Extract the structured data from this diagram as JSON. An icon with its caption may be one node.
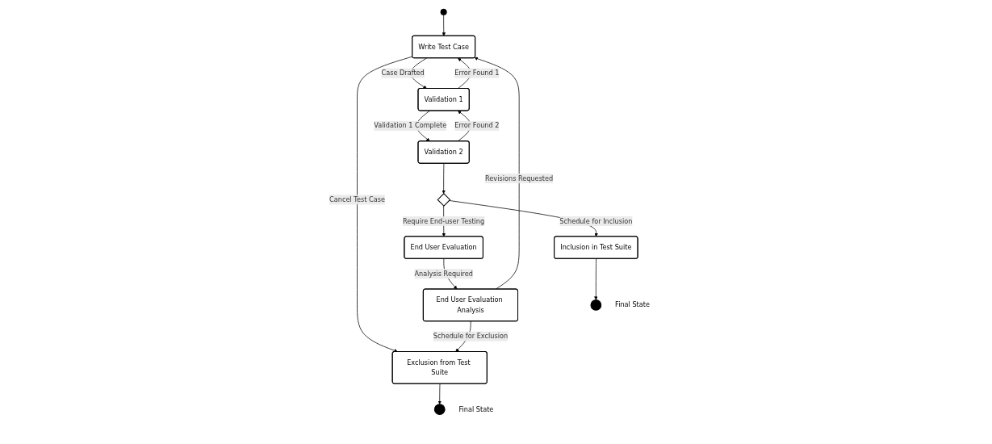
{
  "diagram": {
    "nodes": [
      {
        "text": [
          "Write Test Case"
        ]
      },
      {
        "text": [
          "Validation 1"
        ]
      },
      {
        "text": [
          "Validation 2"
        ]
      },
      {
        "text": [],
        "shape": "circle"
      },
      {
        "text": [
          "Exclusion from Test Suite"
        ]
      },
      {
        "text": [],
        "shape": "circle",
        "beside": [
          "Final State"
        ]
      },
      {
        "text": [],
        "shape": "diamond"
      },
      {
        "text": [
          "End User Evaluation"
        ]
      },
      {
        "text": [
          "End User Evaluation Analysis"
        ]
      },
      {
        "text": [
          "Inclusion in Test Suite"
        ]
      },
      {
        "text": [],
        "shape": "circle",
        "beside": [
          "Final State"
        ]
      }
    ],
    "edges": [
      {
        "from": 0,
        "to": 1,
        "arrow": "to",
        "label": "Case Drafted"
      },
      {
        "from": 1,
        "to": 0,
        "arrow": "to",
        "label": "Error Found 1"
      },
      {
        "from": 1,
        "to": 2,
        "arrow": "to",
        "label": "Validation 1 Complete"
      },
      {
        "from": 2,
        "to": 1,
        "arrow": "to",
        "label": "Error Found 2"
      },
      {
        "from": 3,
        "to": 0,
        "arrow": "to"
      },
      {
        "from": 0,
        "to": 4,
        "arrow": "to",
        "label": "Cancel Test Case"
      },
      {
        "from": 4,
        "to": 5,
        "arrow": "to"
      },
      {
        "from": 2,
        "to": 6,
        "arrow": "to"
      },
      {
        "from": 6,
        "to": 7,
        "arrow": "to",
        "label": "Require End-user Testing"
      },
      {
        "from": 6,
        "to": 9,
        "arrow": "to",
        "label": "Schedule for Inclusion"
      },
      {
        "from": 7,
        "to": 8,
        "arrow": "to",
        "label": "Analysis Required"
      },
      {
        "from": 8,
        "to": 0,
        "arrow": "to",
        "label": "Revisions Requested"
      },
      {
        "from": 8,
        "to": 4,
        "arrow": "to",
        "label": "Schedule for Exclusion"
      },
      {
        "from": 9,
        "to": 10,
        "arrow": "to"
      }
    ]
  }
}
